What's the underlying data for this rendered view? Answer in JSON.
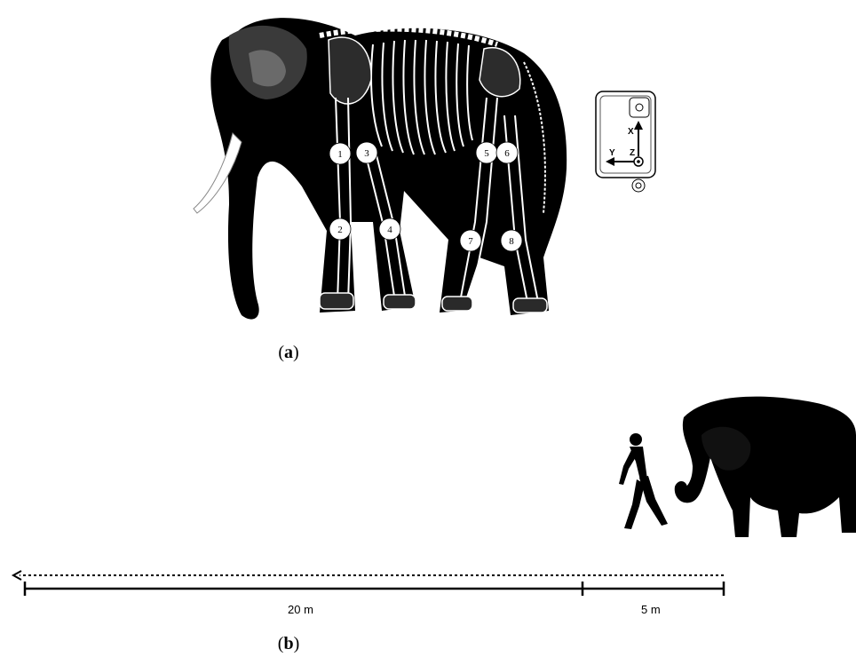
{
  "panel_a": {
    "caption_letter": "a",
    "sensor_markers": [
      "1",
      "2",
      "3",
      "4",
      "5",
      "6",
      "7",
      "8"
    ],
    "sensor_axes": {
      "x": "X",
      "y": "Y",
      "z": "Z"
    }
  },
  "panel_b": {
    "caption_letter": "b",
    "distances": [
      "20 m",
      "5 m"
    ]
  }
}
